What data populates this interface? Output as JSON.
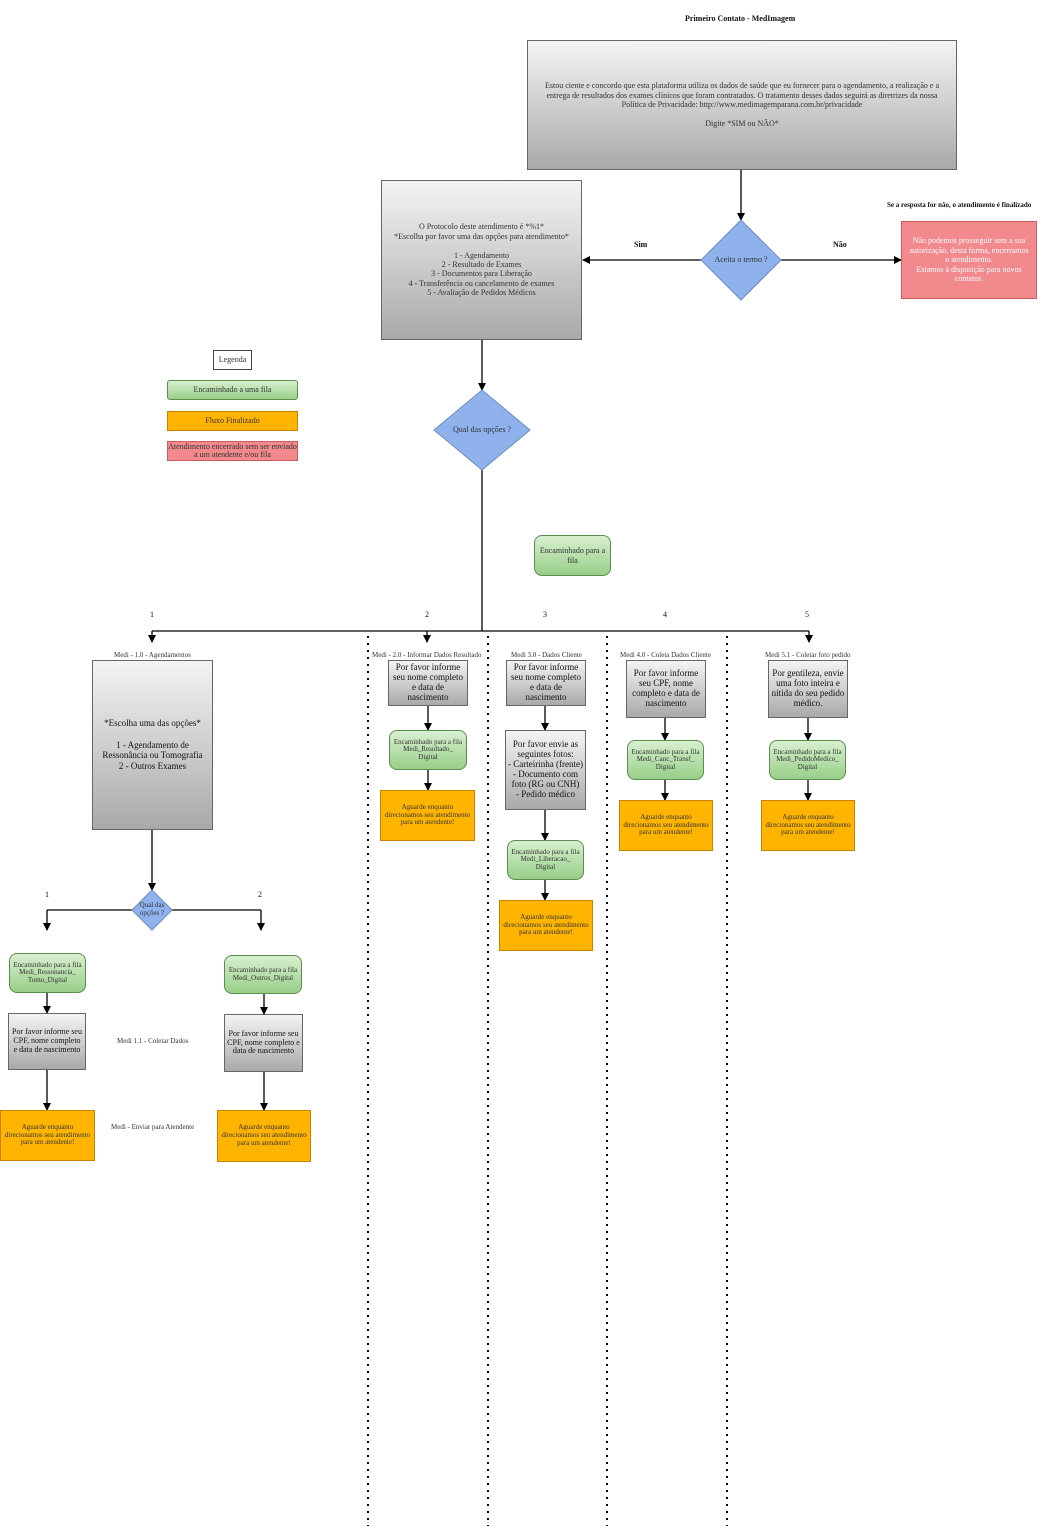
{
  "title": "Primeiro Contato - MedImagem",
  "consent_box": "Estou ciente e concordo que esta plataforma utiliza os dados de saúde que eu fornecer para o agendamento, a realização e a entrega de resultados dos exames clínicos que foram contratados. O tratamento desses dados seguirá as diretrizes da nossa Política de Privacidade: http://www.medimagemparana.com.br/privacidade\n\nDigite *SIM ou NÃO*",
  "accept_decision": "Aceita o termo ?",
  "yes_label": "Sim",
  "no_label": "Não",
  "refusal_note": "Se a resposta for não, o atendimento é finalizado",
  "refusal_box": "Não podemos prosseguir sem a sua autorização, desta forma, encerramos o atendimento.\nEstamos à disposição para novos contatos.",
  "protocol_box": "O Protocolo deste atendimento é *%1*\n*Escolha por favor uma das opções para atendimento*\n\n1 - Agendamento\n2 - Resultado de Exames\n3 - Documentos para Liberação\n4 - Transferência ou cancelamento de exames\n5 - Avaliação de Pedidos Médicos",
  "options_decision": "Qual das opções ?",
  "legend": {
    "title": "Legenda",
    "queue": "Encaminhado a uma fila",
    "finished": "Fluxo Finalizado",
    "ended": "Atendimento encerrado sem ser enviado a um atendente e/ou fila"
  },
  "forwarded_note": "Encaminhado para a fila",
  "branch_numbers": [
    "1",
    "2",
    "3",
    "4",
    "5"
  ],
  "branch1": {
    "label": "Medi - 1.0 - Agendamentos",
    "box": "*Escolha uma das opções*\n\n1 - Agendamento de Ressonância ou Tomografia\n2 - Outros Exames",
    "decision": "Qual das opções ?",
    "sub_numbers": [
      "1",
      "2"
    ],
    "left_queue": "Encaminhado para a fila\nMedi_Ressonancia_\nTomo_Digital",
    "left_ask": "Por favor informe seu CPF, nome completo e data de nascimento",
    "left_wait": "Aguarde enquanto direcionamos seu atendimento para um atendente!",
    "right_queue": "Encaminhado para a fila\nMedi_Outros_Digital",
    "right_ask": "Por favor informe seu CPF, nome completo e data de nascimento",
    "right_wait": "Aguarde enquanto direcionamos seu atendimento para um atendente!",
    "note_collect": "Medi 1.1 - Coletar Dados",
    "note_send": "Medi - Enviar para Atendente"
  },
  "branch2": {
    "label": "Medi - 2.0 - Informar Dados Resultado",
    "ask": "Por favor informe seu  nome completo e data de nascimento",
    "queue": "Encaminhado para a fila\nMedi_Resultado_\nDigital",
    "wait": "Aguarde enquanto direcionamos seu atendimento para um atendente!"
  },
  "branch3": {
    "label": "Medi 3.0 - Dados Cliente",
    "ask": "Por favor informe seu  nome completo e data de nascimento",
    "photos": "Por favor envie as seguintes  fotos:\n- Carteirinha (frente)\n- Documento com foto (RG ou CNH)\n- Pedido médico",
    "queue": "Encaminhado para a fila\nMedi_Liberacao_\nDigital",
    "wait": "Aguarde enquanto direcionamos seu atendimento para um atendente!"
  },
  "branch4": {
    "label": "Medi 4.0 - Coleta Dados Cliente",
    "ask": "Por favor informe seu CPF, nome completo e data de nascimento",
    "queue": "Encaminhado para a fila\nMedi_Canc_Transf_\nDigital",
    "wait": "Aguarde enquanto direcionamos seu atendimento para um atendente!"
  },
  "branch5": {
    "label": "Medi 5.1 - Coletar foto pedido",
    "ask": "Por gentileza, envie uma foto inteira e nítida do seu pedido médico.",
    "queue": "Encaminhado para a fila\nMedi_PedidoMedico_\nDigital",
    "wait": "Aguarde enquanto direcionamos seu atendimento para um atendente!"
  }
}
